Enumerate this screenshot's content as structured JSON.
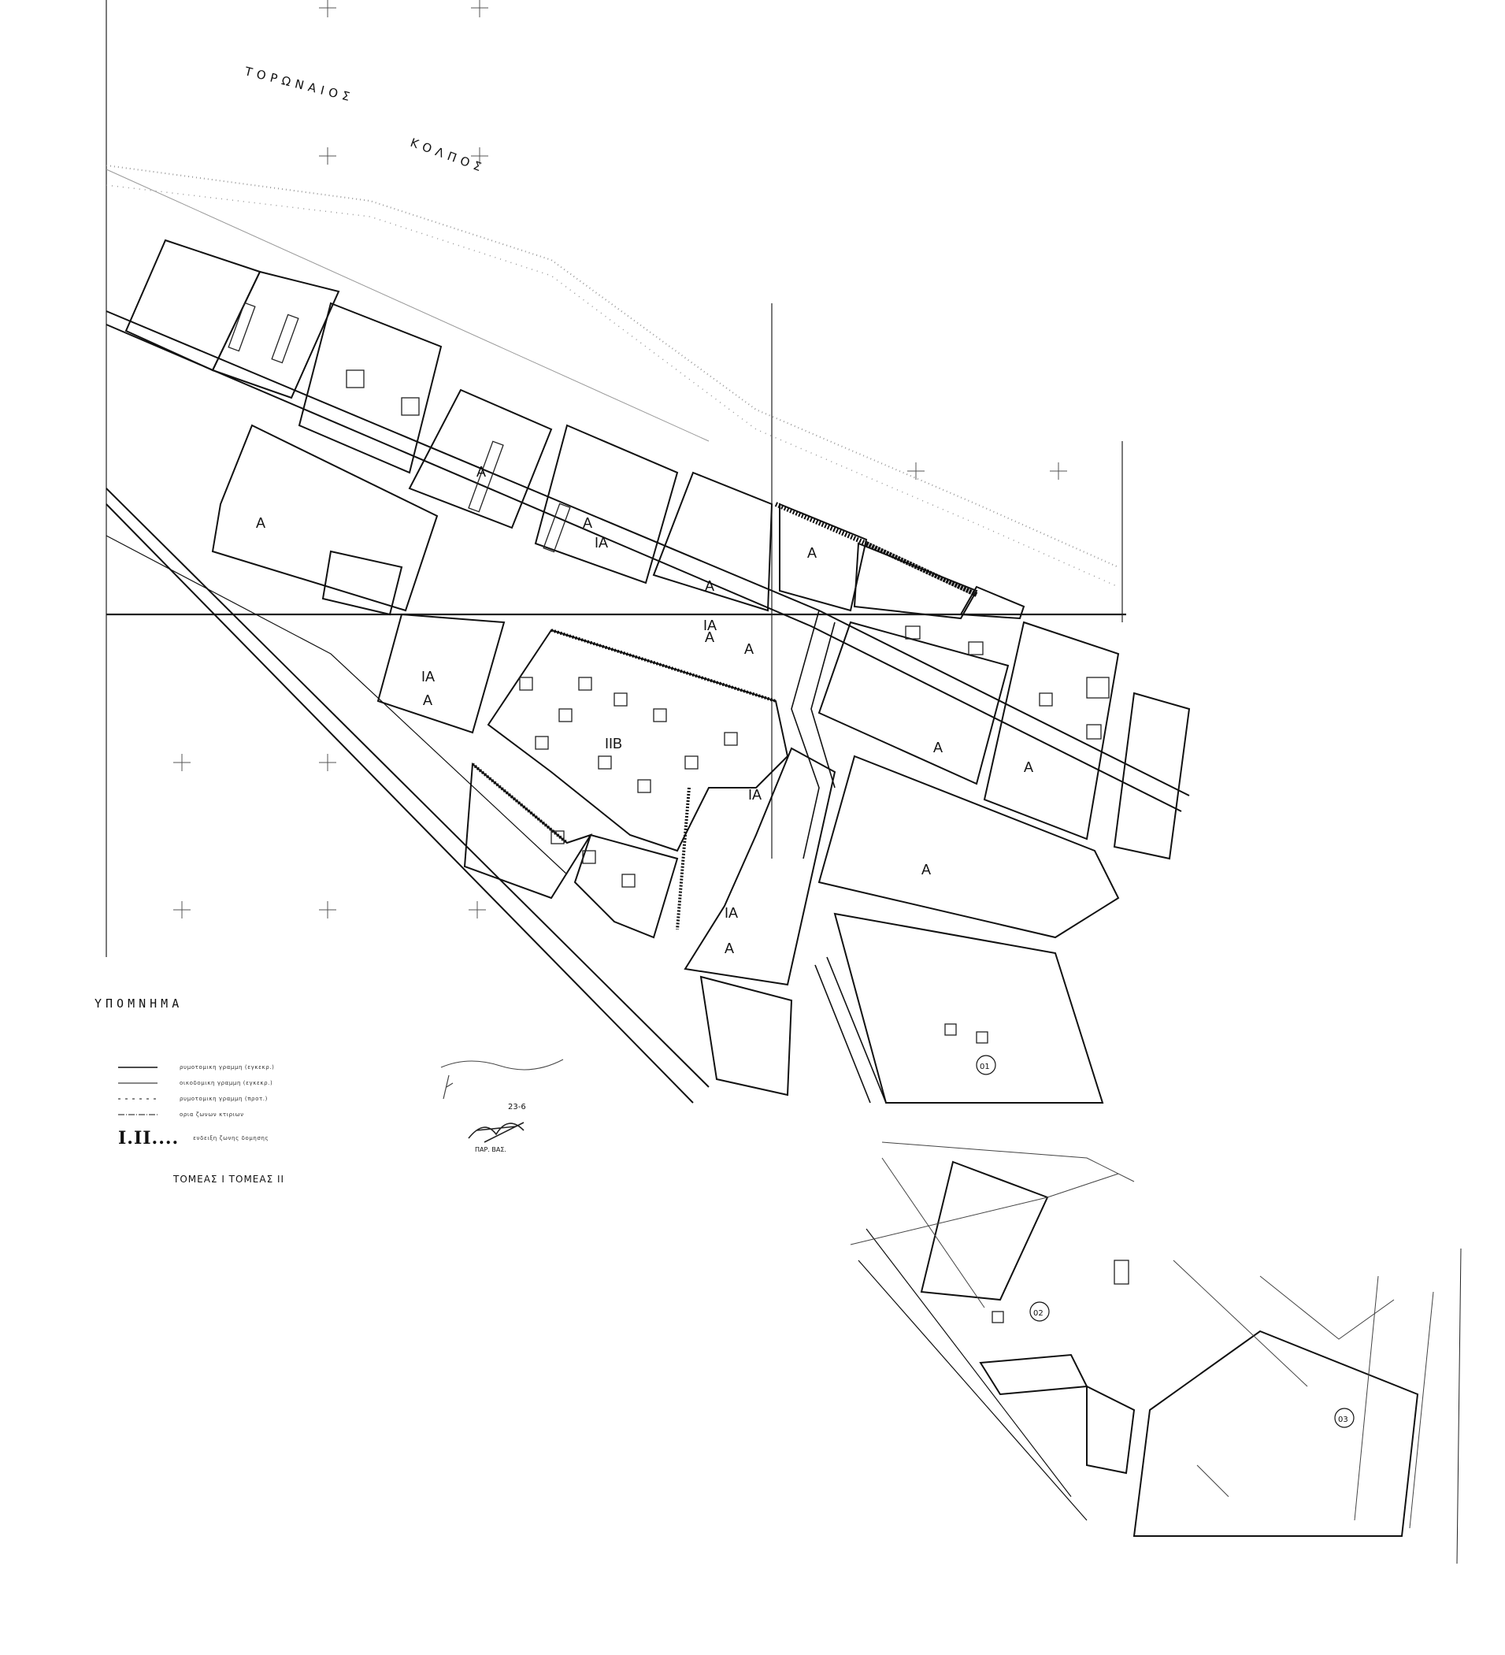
{
  "map": {
    "sea_label_1": "ΤΟΡΩΝΑΙΟΣ",
    "sea_label_2": "ΚΟΛΠΟΣ",
    "zones": [
      "A",
      "A",
      "A",
      "IA",
      "IA",
      "A",
      "A",
      "IA",
      "A",
      "IIB",
      "A",
      "A",
      "A",
      "IA",
      "A",
      "A",
      "IA",
      "A"
    ],
    "zone_circles": [
      "01",
      "02",
      "03"
    ]
  },
  "legend": {
    "title": "ΥΠΟΜΝΗΜΑ",
    "items": [
      {
        "text": "ρυμοτομικη γραμμη (εγκεκρ.)"
      },
      {
        "text": "οικοδομικη γραμμη (εγκεκρ.)"
      },
      {
        "text": "ρυμοτομικη γραμμη (προτ.)"
      },
      {
        "text": "ορια ζωνων κτιριων"
      }
    ],
    "roman_symbol": "I.II....",
    "roman_text": "ενδειξη ζωνης δομησης",
    "sectors": "ΤΟΜΕΑΣ Ι  ΤΟΜΕΑΣ ΙΙ"
  },
  "stamp": {
    "line1": "ΠΑΡ. ΒΑΣ.",
    "date": "23-6"
  }
}
